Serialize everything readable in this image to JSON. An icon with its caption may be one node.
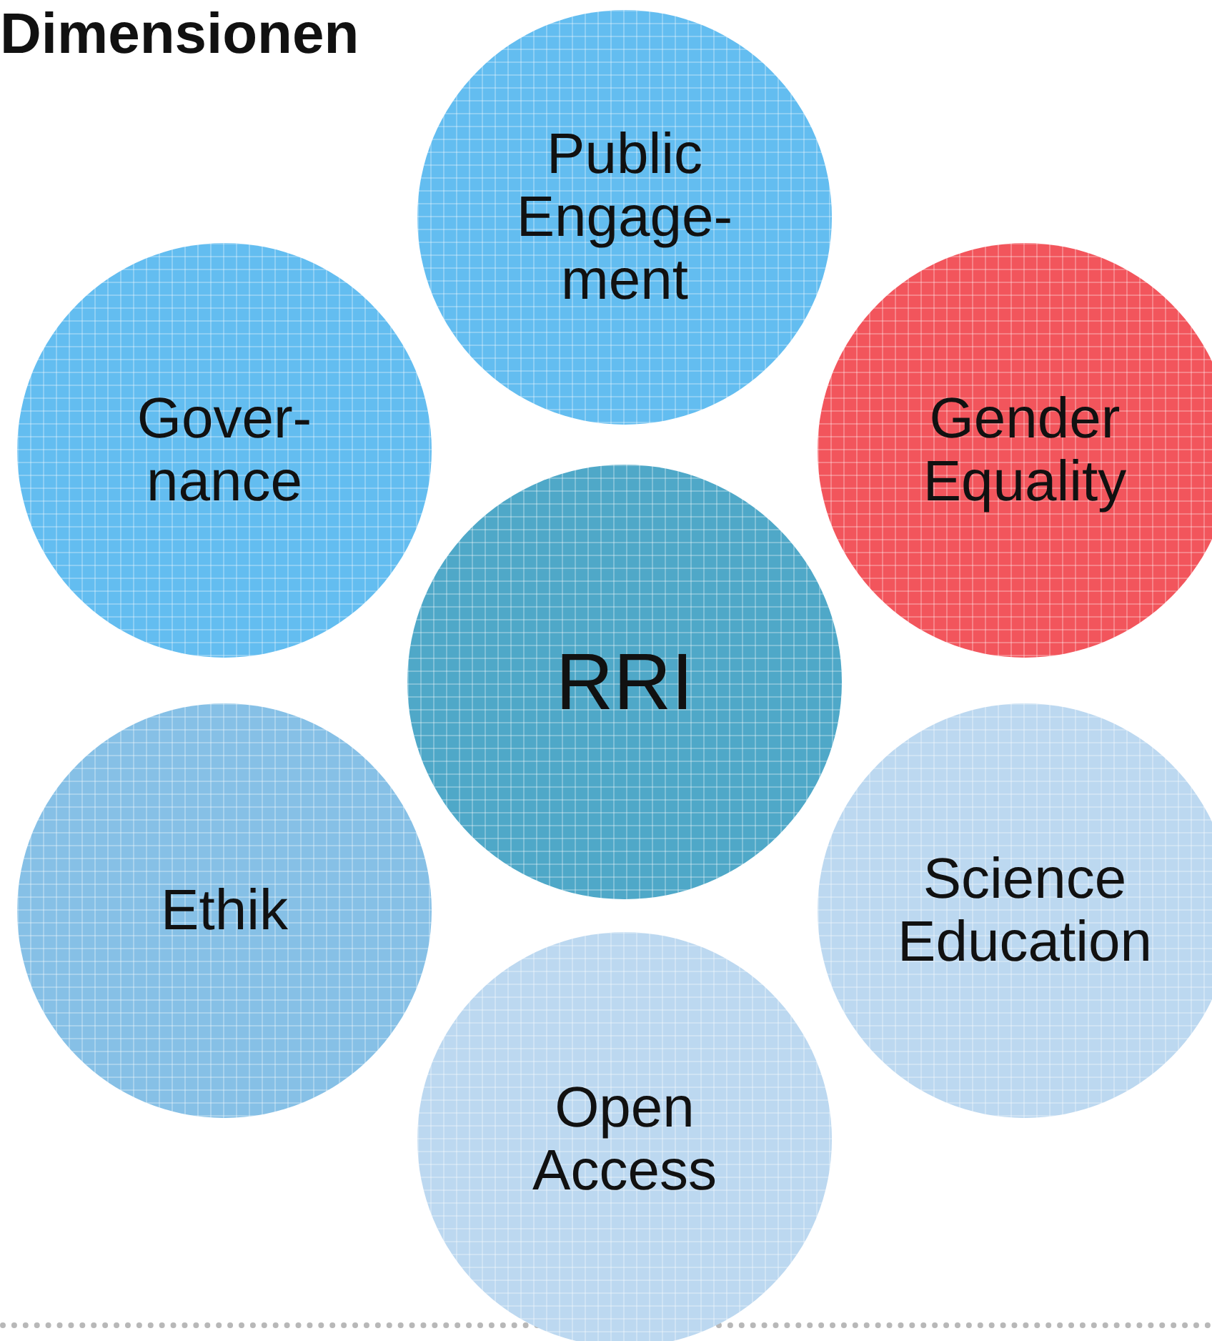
{
  "diagram": {
    "title": "Dimensionen",
    "nodes": [
      {
        "text": [
          "Public Engage- ment"
        ]
      },
      {
        "text": [
          "Gover- nance"
        ]
      },
      {
        "text": [
          "Gender Equality"
        ]
      },
      {
        "text": [
          "RRI"
        ]
      },
      {
        "text": [
          "Ethik"
        ]
      },
      {
        "text": [
          "Science Education"
        ]
      },
      {
        "text": [
          "Open Access"
        ]
      }
    ]
  }
}
